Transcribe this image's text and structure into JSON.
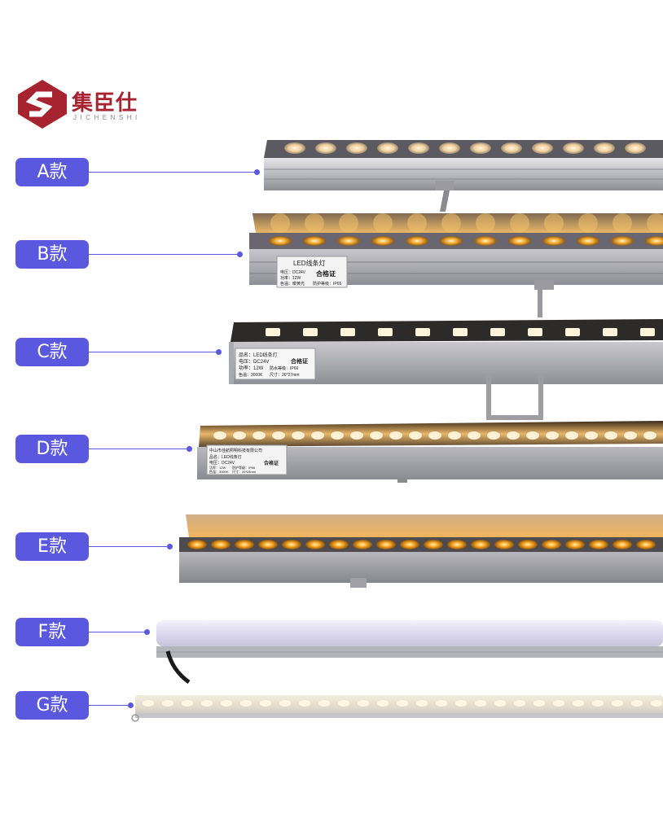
{
  "brand": {
    "name": "集臣仕",
    "subtitle": "JICHENSHI"
  },
  "colors": {
    "accent": "#5b58e0",
    "logo": "#a82330"
  },
  "models": [
    {
      "label": "A款"
    },
    {
      "label": "B款"
    },
    {
      "label": "C款"
    },
    {
      "label": "D款"
    },
    {
      "label": "E款"
    },
    {
      "label": "F款"
    },
    {
      "label": "G款"
    }
  ],
  "labels": {
    "b": {
      "title": "LED线条灯",
      "voltage": "电压：DC24V",
      "power": "功率：12W",
      "color": "色温：暖黄光",
      "protect": "防护等级：IP65",
      "cert": "合格证"
    },
    "c": {
      "name": "品名：LED线条灯",
      "voltage": "电压：DC24V",
      "power": "功率：12W",
      "protect": "防水等级：IP66",
      "color": "色温：3000K",
      "size": "尺寸：26*27mm",
      "cert": "合格证"
    },
    "d": {
      "company": "中山市佳航照明科技有限公司",
      "name": "品名：LED线条灯",
      "voltage": "电压：DC24V",
      "power": "功率：12W",
      "protect": "防护等级：IP66",
      "color": "色温：3000K",
      "size": "尺寸：26*28mm",
      "cert": "合格证"
    }
  }
}
